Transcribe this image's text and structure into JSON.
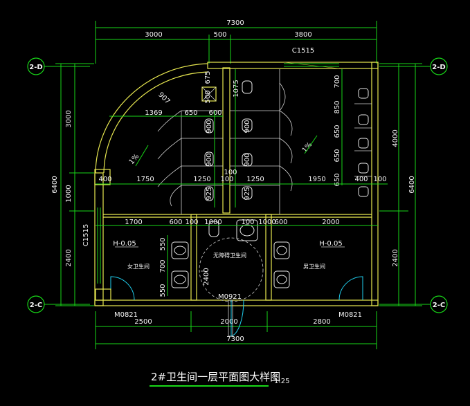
{
  "title": {
    "main": "2#卫生间一层平面图大样图",
    "scale": "1:25"
  },
  "axes": {
    "top_left": "2-D",
    "top_right": "2-D",
    "bottom_left": "2-C",
    "bottom_right": "2-C"
  },
  "dimensions": {
    "top_total": "7300",
    "top_parts": [
      "3000",
      "500",
      "3800"
    ],
    "bottom_total": "7300",
    "bottom_parts": [
      "2500",
      "2000",
      "2800"
    ],
    "left_total": "6400",
    "left_parts": [
      "3000",
      "1000",
      "2400"
    ],
    "right_total": "6400",
    "right_parts": [
      "4000",
      "2400"
    ],
    "right_stack": [
      "700",
      "850",
      "650",
      "650",
      "650"
    ],
    "stall_row1": [
      "1369",
      "650",
      "600"
    ],
    "stall_row2": [
      "400",
      "1750",
      "1250",
      "100",
      "1250",
      "1950",
      "400",
      "100"
    ],
    "inner_row": [
      "1700",
      "600",
      "100",
      "1000",
      "100",
      "1000",
      "600",
      "2000"
    ],
    "stall_depths_left": [
      "900",
      "900",
      "925"
    ],
    "stall_depths_right": [
      "900",
      "900",
      "925"
    ],
    "small_vertical": [
      "675",
      "500",
      "1075",
      "100"
    ],
    "sink_dims_left": [
      "550",
      "700",
      "550"
    ],
    "accessible_dim": "2400",
    "arc_radius": "907"
  },
  "labels": {
    "window": "C1515",
    "window_left": "C1515",
    "level_left": "H-0.05",
    "level_right": "H-0.05",
    "door_left": "M0821",
    "door_right": "M0821",
    "door_center": "M0921",
    "room_women": "女卫生间",
    "room_men": "男卫生间",
    "room_accessible": "无障碍卫生间",
    "slope_left": "1%",
    "slope_right": "1%"
  }
}
